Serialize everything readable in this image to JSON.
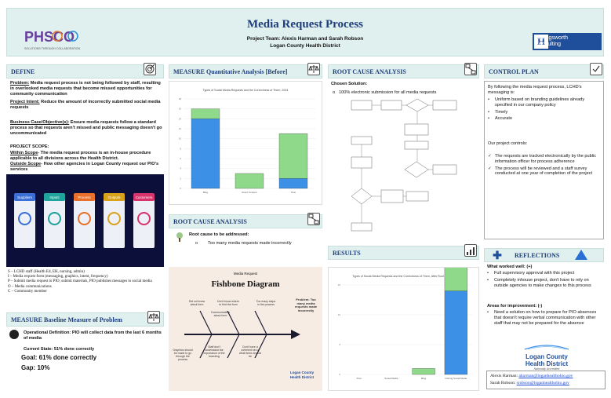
{
  "header": {
    "title": "Media Request Process",
    "team": "Project Team: Alexis Harman and Sarah Robson",
    "district": "Logan County Health District",
    "left_logo": {
      "brand": "PHSCO",
      "tagline": "SOLUTIONS THROUGH COLLABORATION"
    },
    "right_logo": {
      "mark": "H",
      "line1": "Hollingsworth",
      "line2": "Consulting"
    }
  },
  "define": {
    "heading": "DEFINE",
    "problem_label": "Problem:",
    "problem_text": " Media request process is not being followed by staff, resulting in overlooked media requests that become missed opportunities for community communication",
    "intent_label": "Project Intent:",
    "intent_text": " Reduce the amount of incorrectly submitted social media requests",
    "business_label": "Business Case/Objective(s):",
    "business_text": " Ensure media requests follow a standard process so that requests aren't missed and public messaging doesn't go uncommunicated",
    "scope_title": "PROJECT SCOPE:",
    "within_label": "Within Scope",
    "within_text": "- The media request process is an in-house procedure applicable to all divisions across the Health District.",
    "outside_label": "Outside Scope",
    "outside_text": "- How other agencies in Logan County request our PIO's services"
  },
  "sipoc": {
    "cols": [
      {
        "label": "Suppliers",
        "color": "#3b6fd6"
      },
      {
        "label": "Inputs",
        "color": "#1fa39a"
      },
      {
        "label": "Process",
        "color": "#e8702a"
      },
      {
        "label": "Outputs",
        "color": "#d9a21b"
      },
      {
        "label": "Customers",
        "color": "#d6336c"
      }
    ],
    "legend": [
      "S – LCHD staff (Health Ed, EH, nursing, admin)",
      "I – Media request form (messaging, graphics, intent, frequency)",
      "P – Submit media request to PIO, submit materials, PIO publishes messages to social media",
      "O – Media communications",
      "C – Community member"
    ]
  },
  "measure_baseline": {
    "heading": "MEASURE Baseline Measure of Problem",
    "op_def": "Operational Definition: PIO will collect data from the last 6 months of media",
    "current": "Current State: 51% done correctly",
    "goal": "Goal: 61% done correctly",
    "gap": "Gap: 10%"
  },
  "measure_quant": {
    "heading": "MEASURE Quantitative Analysis [Before]"
  },
  "chart_data": [
    {
      "type": "bar",
      "title": "Types of Social Media Requests and the Correctness of Them, 2024",
      "categories": [
        "Blog",
        "Event Content",
        "Post"
      ],
      "series": [
        {
          "color": "#3c91e6",
          "values": [
            14,
            0,
            2
          ]
        },
        {
          "color": "#8fd98a",
          "values": [
            2,
            3,
            9
          ]
        }
      ],
      "ylim": [
        0,
        18
      ]
    },
    {
      "type": "bar",
      "title": "Types of Social Media Requests and the Correctness of Them, After Root Process",
      "categories": [
        "Post",
        "Social Media",
        "Blog",
        "Fishing Social Media"
      ],
      "series": [
        {
          "color": "#3c91e6",
          "values": [
            0,
            0,
            0,
            14
          ]
        },
        {
          "color": "#8fd98a",
          "values": [
            0,
            0,
            1,
            13
          ]
        }
      ],
      "ylim": [
        0,
        15
      ]
    }
  ],
  "root_cause_mid": {
    "heading": "ROOT CAUSE ANALYSIS",
    "root_label": "Root cause to be addressed:",
    "root_item": "Too many media requests made incorrectly"
  },
  "fishbone": {
    "small_title": "Media Request",
    "title": "Fishbone Diagram",
    "notes": [
      "Did not know about form",
      "Communication about form",
      "Don't know where to find the form",
      "Too many steps in the process",
      "Problem: Too many media requests made incorrectly",
      "Graphics should be made to go through the process",
      "Staff don't understand the importance of the branding",
      "Don't have a coherent set of what items should be"
    ],
    "logo_line1": "Logan County",
    "logo_line2": "Health District"
  },
  "root_cause_right": {
    "heading": "ROOT CAUSE ANALYSIS",
    "chosen_label": "Chosen Solution:",
    "chosen_item": "100% electronic submission for all media requests"
  },
  "results": {
    "heading": "RESULTS"
  },
  "control": {
    "heading": "CONTROL PLAN",
    "intro": "By following the media request process, LCHD's messaging is:",
    "items": [
      "Uniform based on branding guidelines already specified in our company policy",
      "Timely",
      "Accurate"
    ],
    "controls_label": "Our project controls:",
    "controls": [
      "The requests are tracked electronically by the public information officer for process adherence",
      "The process will be reviewed and a staff survey conducted at one year of completion of the project"
    ]
  },
  "reflections": {
    "heading": "REFLECTIONS",
    "well_label": "What worked well: (+)",
    "well": [
      "Full supervisory approval with this project",
      "Completely inhouse project, don't have to rely on outside agencies to make changes to this process"
    ],
    "improve_label": "Areas for improvement: (-)",
    "improve": [
      "Need a solution on how to prepare for PIO absences that doesn't require verbal communication with other staff that may not be prepared for the absence"
    ],
    "logo_line1": "Logan County",
    "logo_line2": "Health District",
    "logo_line3": "Nationally Accredited"
  },
  "contacts": [
    {
      "name": "Alexis Harman:",
      "email": "aharman@loganhealthohio.gov"
    },
    {
      "name": "Sarah Robson:",
      "email": "srobson@loganhealthohio.gov"
    }
  ]
}
